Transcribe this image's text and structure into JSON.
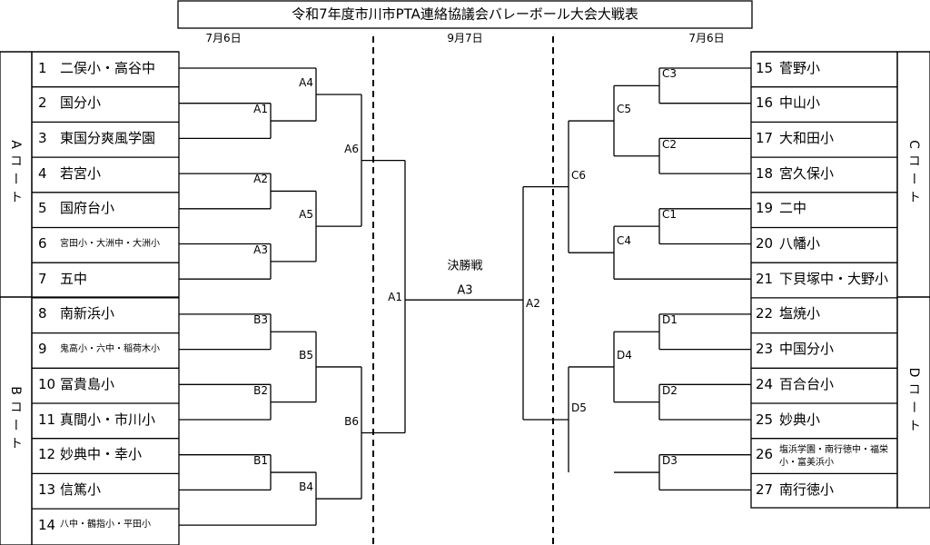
{
  "title": "令和7年度市川市PTA連絡協議会バレーボール大会大戦表",
  "dates": {
    "left": "7月6日",
    "center": "9月7日",
    "right": "7月6日"
  },
  "courts": {
    "A": "Aコート",
    "B": "Bコート",
    "C": "Cコート",
    "D": "Dコート"
  },
  "teams_left": [
    {
      "no": "1",
      "name": "二俣小・高谷中"
    },
    {
      "no": "2",
      "name": "国分小"
    },
    {
      "no": "3",
      "name": "東国分爽風学園"
    },
    {
      "no": "4",
      "name": "若宮小"
    },
    {
      "no": "5",
      "name": "国府台小"
    },
    {
      "no": "6",
      "name": "宮田小・大洲中・大洲小"
    },
    {
      "no": "7",
      "name": "五中"
    },
    {
      "no": "8",
      "name": "南新浜小"
    },
    {
      "no": "9",
      "name": "鬼高小・六中・稲荷木小"
    },
    {
      "no": "10",
      "name": "冨貴島小"
    },
    {
      "no": "11",
      "name": "真間小・市川小"
    },
    {
      "no": "12",
      "name": "妙典中・幸小"
    },
    {
      "no": "13",
      "name": "信篤小"
    },
    {
      "no": "14",
      "name": "八中・鶴指小・平田小"
    }
  ],
  "teams_right": [
    {
      "no": "15",
      "name": "菅野小"
    },
    {
      "no": "16",
      "name": "中山小"
    },
    {
      "no": "17",
      "name": "大和田小"
    },
    {
      "no": "18",
      "name": "宮久保小"
    },
    {
      "no": "19",
      "name": "二中"
    },
    {
      "no": "20",
      "name": "八幡小"
    },
    {
      "no": "21",
      "name": "下貝塚中・大野小"
    },
    {
      "no": "22",
      "name": "塩焼小"
    },
    {
      "no": "23",
      "name": "中国分小"
    },
    {
      "no": "24",
      "name": "百合台小"
    },
    {
      "no": "25",
      "name": "妙典小"
    },
    {
      "no": "26",
      "name": "塩浜学園・南行徳中・福栄小・富美浜小"
    },
    {
      "no": "27",
      "name": "南行徳小"
    }
  ],
  "match_labels": {
    "A1": "A1",
    "A2": "A2",
    "A3": "A3",
    "A4": "A4",
    "A5": "A5",
    "A6": "A6",
    "B1": "B1",
    "B2": "B2",
    "B3": "B3",
    "B4": "B4",
    "B5": "B5",
    "B6": "B6",
    "C1": "C1",
    "C2": "C2",
    "C3": "C3",
    "C4": "C4",
    "C5": "C5",
    "C6": "C6",
    "D1": "D1",
    "D2": "D2",
    "D3": "D3",
    "D4": "D4",
    "D5": "D5",
    "semi_left": "A1",
    "semi_right": "A2",
    "final": "A3"
  },
  "final_label": "決勝戦"
}
